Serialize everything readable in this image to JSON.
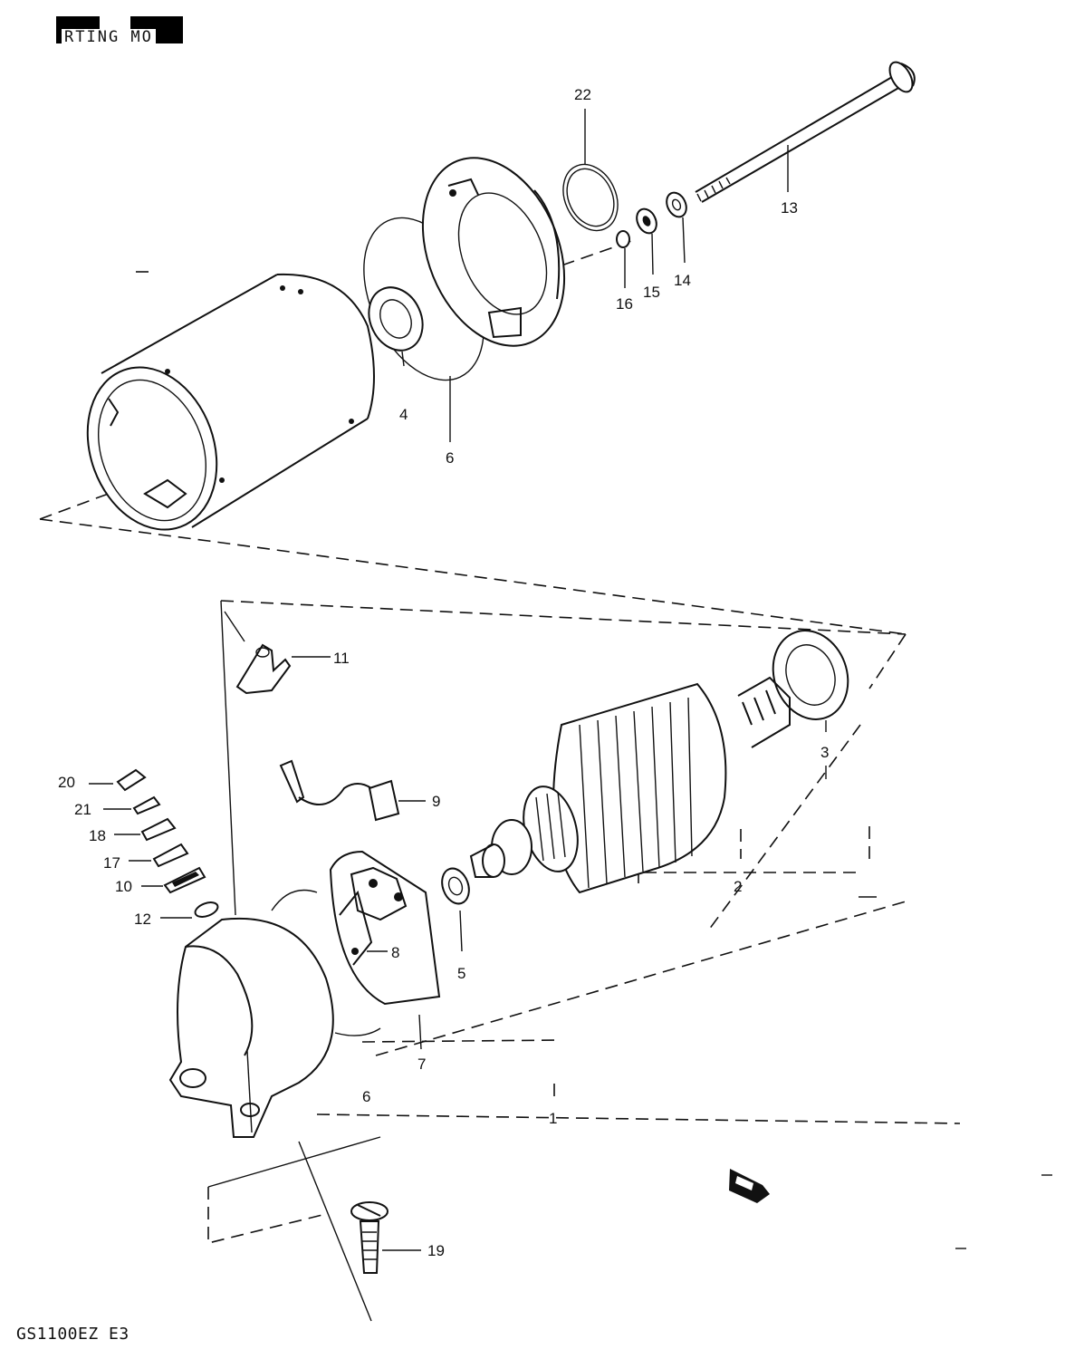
{
  "header": {
    "title_fragment": "RTING MO"
  },
  "footer": {
    "model": "GS1100EZ E3"
  },
  "callouts": [
    {
      "id": "c1",
      "label": "1"
    },
    {
      "id": "c2",
      "label": "2"
    },
    {
      "id": "c3",
      "label": "3"
    },
    {
      "id": "c4",
      "label": "4"
    },
    {
      "id": "c5",
      "label": "5"
    },
    {
      "id": "c6a",
      "label": "6"
    },
    {
      "id": "c6b",
      "label": "6"
    },
    {
      "id": "c7",
      "label": "7"
    },
    {
      "id": "c8",
      "label": "8"
    },
    {
      "id": "c9",
      "label": "9"
    },
    {
      "id": "c10",
      "label": "10"
    },
    {
      "id": "c11",
      "label": "11"
    },
    {
      "id": "c12",
      "label": "12"
    },
    {
      "id": "c13",
      "label": "13"
    },
    {
      "id": "c14",
      "label": "14"
    },
    {
      "id": "c15",
      "label": "15"
    },
    {
      "id": "c16",
      "label": "16"
    },
    {
      "id": "c17",
      "label": "17"
    },
    {
      "id": "c18",
      "label": "18"
    },
    {
      "id": "c19",
      "label": "19"
    },
    {
      "id": "c20",
      "label": "20"
    },
    {
      "id": "c21",
      "label": "21"
    },
    {
      "id": "c22",
      "label": "22"
    }
  ]
}
